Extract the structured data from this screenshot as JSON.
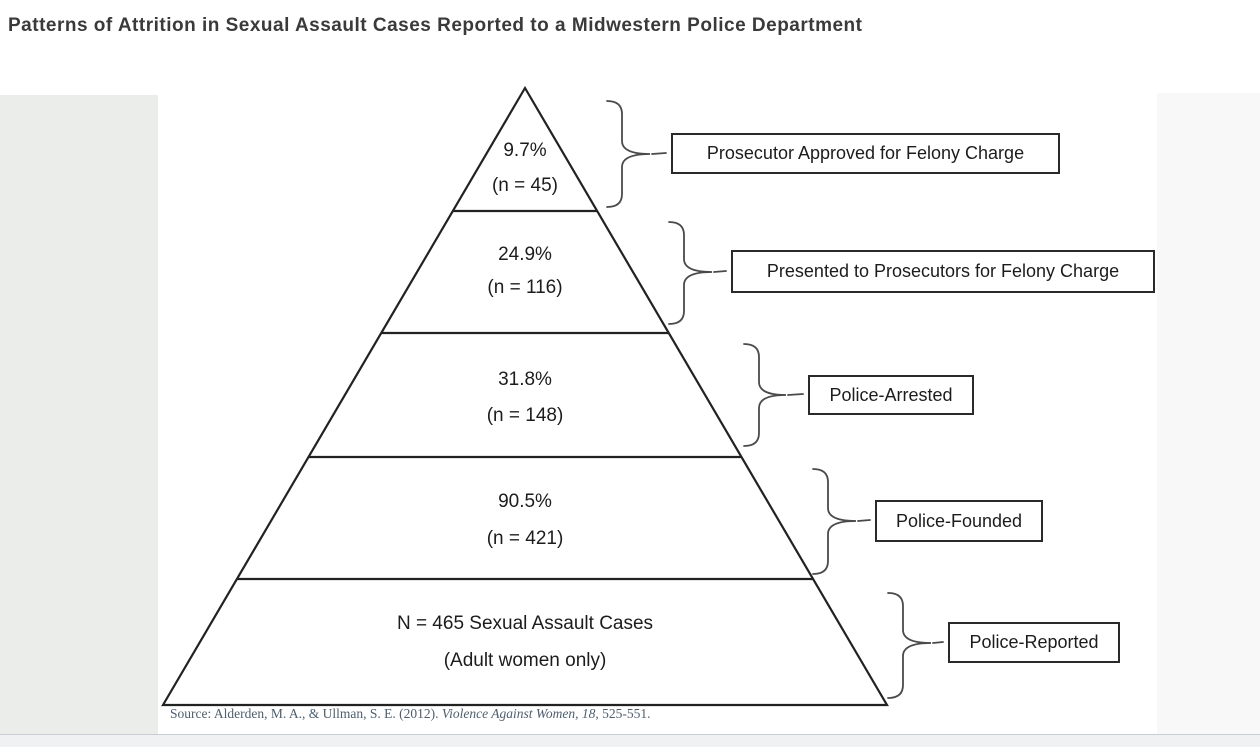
{
  "title": "Patterns of Attrition in Sexual Assault Cases Reported to a Midwestern Police Department",
  "chart_data": {
    "type": "pyramid",
    "title": "Patterns of Attrition in Sexual Assault Cases Reported to a Midwestern Police Department",
    "total_cases": 465,
    "population": "Adult women only",
    "levels": [
      {
        "percent": 9.7,
        "n": 45,
        "line1": "9.7%",
        "line2": "(n = 45)",
        "callout": "Prosecutor Approved for Felony Charge"
      },
      {
        "percent": 24.9,
        "n": 116,
        "line1": "24.9%",
        "line2": "(n = 116)",
        "callout": "Presented to Prosecutors for Felony Charge"
      },
      {
        "percent": 31.8,
        "n": 148,
        "line1": "31.8%",
        "line2": "(n = 148)",
        "callout": "Police-Arrested"
      },
      {
        "percent": 90.5,
        "n": 421,
        "line1": "90.5%",
        "line2": "(n = 421)",
        "callout": "Police-Founded"
      },
      {
        "percent": 100,
        "n": 465,
        "line1": "N = 465 Sexual Assault Cases",
        "line2": "(Adult women only)",
        "callout": "Police-Reported"
      }
    ],
    "source": "Source: Alderden, M. A., & Ullman, S. E. (2012). Violence Against Women, 18, 525-551."
  },
  "source_citation": {
    "prefix": "Source: Alderden, M. A., & Ullman, S. E. (2012). ",
    "italic": "Violence Against Women, 18",
    "suffix": ", 525-551."
  },
  "colors": {
    "outline": "#222222",
    "brace": "#4a4a4a",
    "left_gutter": "#ebedea",
    "right_gutter": "#f8f8f8",
    "bottom_bar": "#f0f1f3",
    "source_text": "#4d5e6d"
  }
}
